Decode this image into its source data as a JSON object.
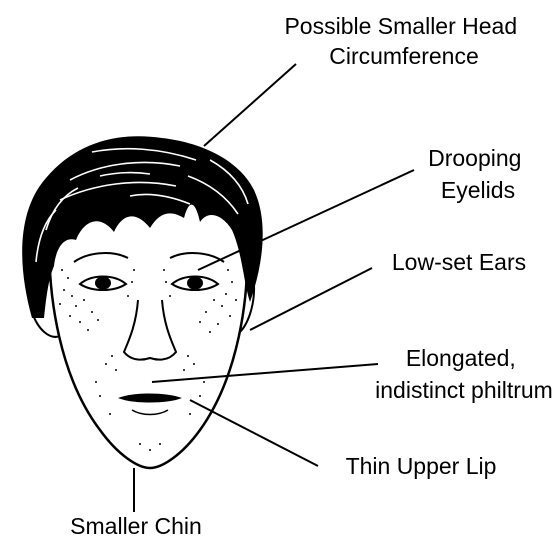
{
  "labels": {
    "head_circumference": [
      "Possible Smaller Head",
      "Circumference"
    ],
    "drooping_eyelids": [
      "Drooping",
      "Eyelids"
    ],
    "low_set_ears": [
      "Low-set Ears"
    ],
    "philtrum": [
      "Elongated,",
      "indistinct philtrum"
    ],
    "thin_upper_lip": [
      "Thin Upper Lip"
    ],
    "smaller_chin": [
      "Smaller Chin"
    ]
  },
  "colors": {
    "ink": "#000000",
    "background": "#ffffff"
  }
}
